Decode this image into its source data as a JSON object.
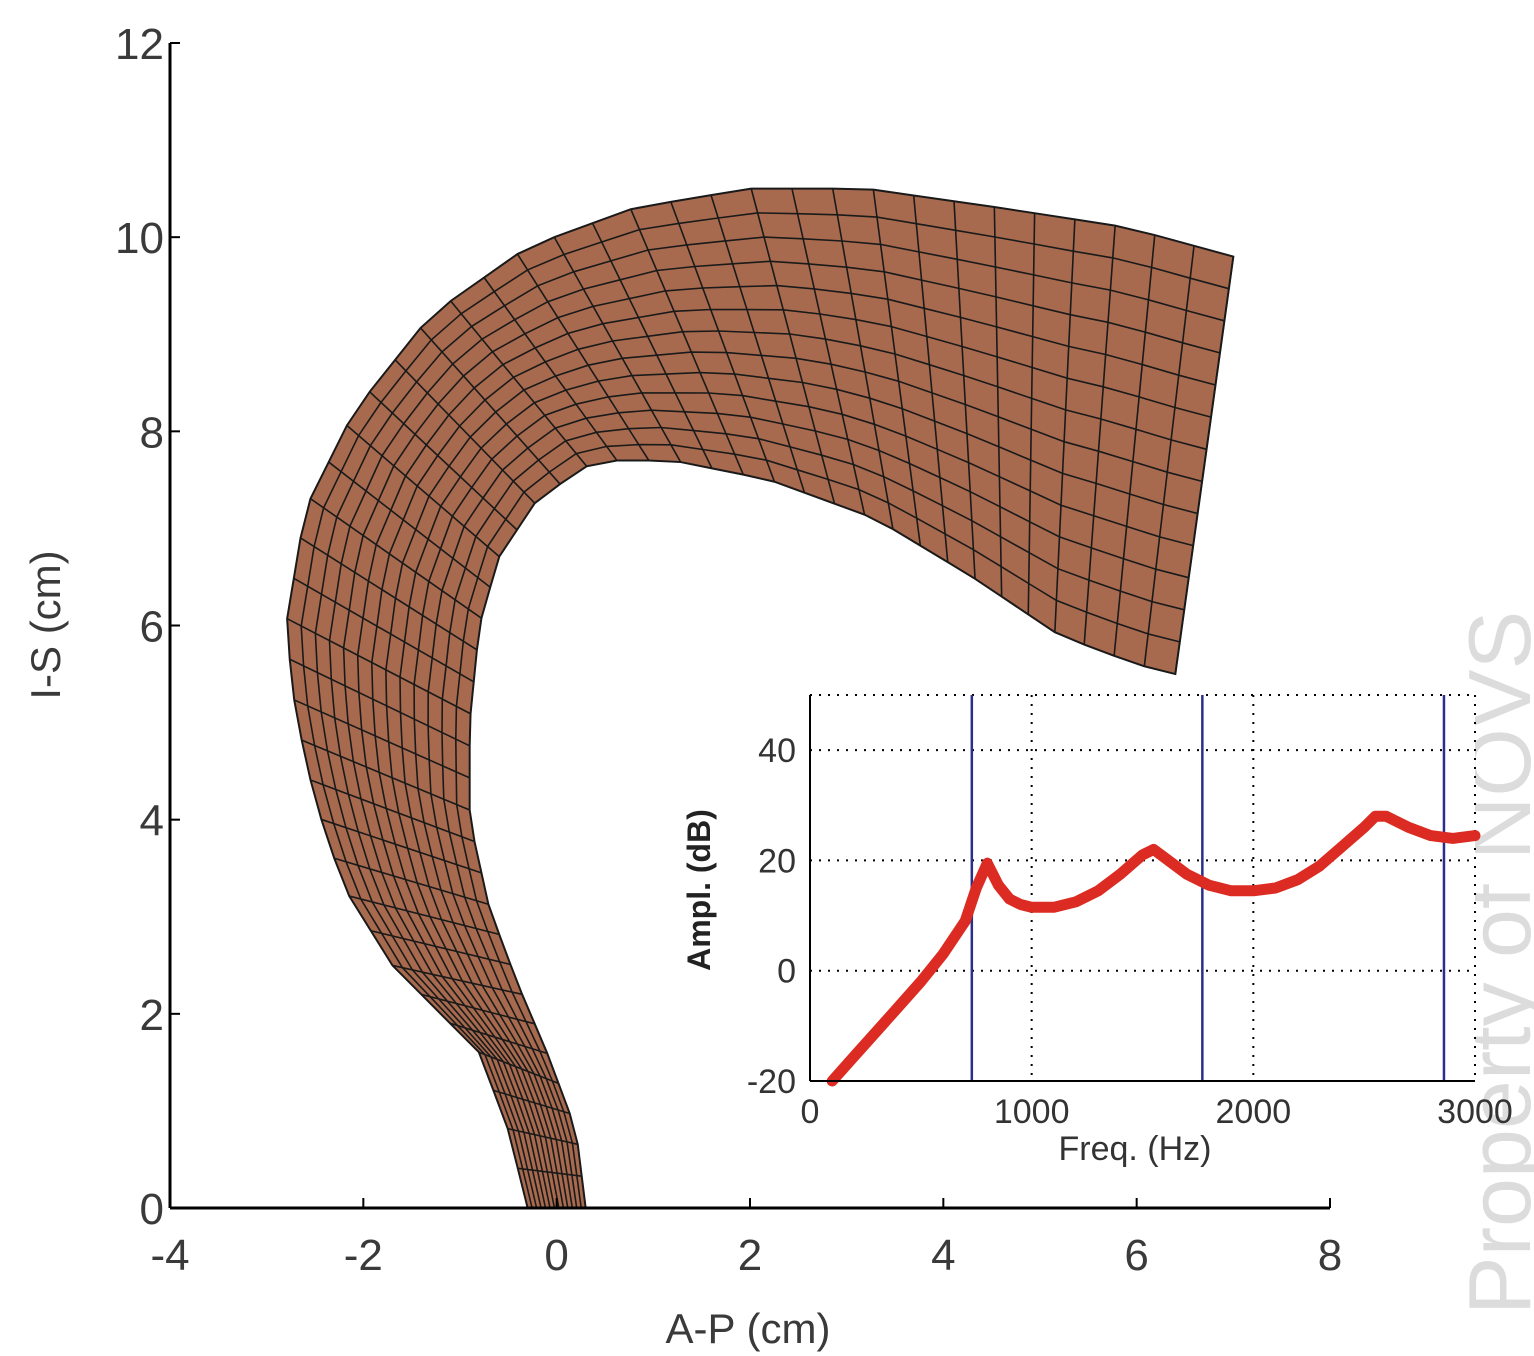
{
  "watermark": "Property of NOVS",
  "colors": {
    "tract_fill": "#a86a4e",
    "tract_grid": "#1a1a1a",
    "spectrum_line": "#dc2b22",
    "formant_lines": "#2a2f8a",
    "axis": "#000000"
  },
  "chart_data": [
    {
      "type": "mesh",
      "title": "",
      "xlabel": "A-P (cm)",
      "ylabel": "I-S (cm)",
      "xlim": [
        -4,
        8
      ],
      "ylim": [
        0,
        12
      ],
      "xticks": [
        -4,
        -2,
        0,
        2,
        4,
        6,
        8
      ],
      "yticks": [
        0,
        2,
        4,
        6,
        8,
        10,
        12
      ],
      "grid": false,
      "outer_wall": [
        [
          -0.3,
          0.0
        ],
        [
          -0.5,
          0.8
        ],
        [
          -0.8,
          1.6
        ],
        [
          -1.3,
          2.1
        ],
        [
          -1.7,
          2.5
        ],
        [
          -2.2,
          3.3
        ],
        [
          -2.5,
          4.2
        ],
        [
          -2.7,
          5.1
        ],
        [
          -2.8,
          6.0
        ],
        [
          -2.6,
          7.2
        ],
        [
          -2.1,
          8.2
        ],
        [
          -1.3,
          9.2
        ],
        [
          -0.3,
          9.9
        ],
        [
          0.8,
          10.3
        ],
        [
          2.0,
          10.5
        ],
        [
          3.2,
          10.5
        ],
        [
          4.6,
          10.3
        ],
        [
          5.9,
          10.1
        ],
        [
          7.0,
          9.8
        ]
      ],
      "inner_wall": [
        [
          0.3,
          0.0
        ],
        [
          0.2,
          0.8
        ],
        [
          -0.1,
          1.6
        ],
        [
          -0.4,
          2.3
        ],
        [
          -0.7,
          3.1
        ],
        [
          -0.9,
          4.0
        ],
        [
          -0.9,
          5.0
        ],
        [
          -0.8,
          6.0
        ],
        [
          -0.6,
          6.7
        ],
        [
          -0.2,
          7.3
        ],
        [
          0.4,
          7.7
        ],
        [
          1.2,
          7.7
        ],
        [
          2.2,
          7.5
        ],
        [
          3.3,
          7.1
        ],
        [
          4.3,
          6.5
        ],
        [
          5.2,
          5.9
        ],
        [
          6.0,
          5.6
        ],
        [
          6.4,
          5.5
        ]
      ]
    },
    {
      "type": "line",
      "title": "",
      "xlabel": "Freq. (Hz)",
      "ylabel": "Ampl. (dB)",
      "xlim": [
        0,
        3000
      ],
      "ylim": [
        -20,
        50
      ],
      "xticks": [
        0,
        1000,
        2000,
        3000
      ],
      "yticks": [
        -20,
        0,
        20,
        40
      ],
      "grid": true,
      "formant_markers_hz": [
        730,
        1770,
        2860
      ],
      "series": [
        {
          "x": [
            100,
            200,
            300,
            400,
            500,
            600,
            700,
            750,
            800,
            850,
            900,
            950,
            1000,
            1100,
            1200,
            1300,
            1400,
            1500,
            1550,
            1600,
            1700,
            1800,
            1900,
            2000,
            2100,
            2200,
            2300,
            2400,
            2500,
            2550,
            2600,
            2700,
            2800,
            2900,
            3000
          ],
          "values": [
            -20.0,
            -15.5,
            -11.0,
            -6.5,
            -2.0,
            3.0,
            9.0,
            15.0,
            19.5,
            15.5,
            13.0,
            12.0,
            11.5,
            11.5,
            12.5,
            14.5,
            17.5,
            21.0,
            22.0,
            20.5,
            17.5,
            15.5,
            14.5,
            14.5,
            15.0,
            16.5,
            19.0,
            22.5,
            26.0,
            28.0,
            28.0,
            26.0,
            24.5,
            24.0,
            24.5
          ]
        }
      ]
    }
  ]
}
